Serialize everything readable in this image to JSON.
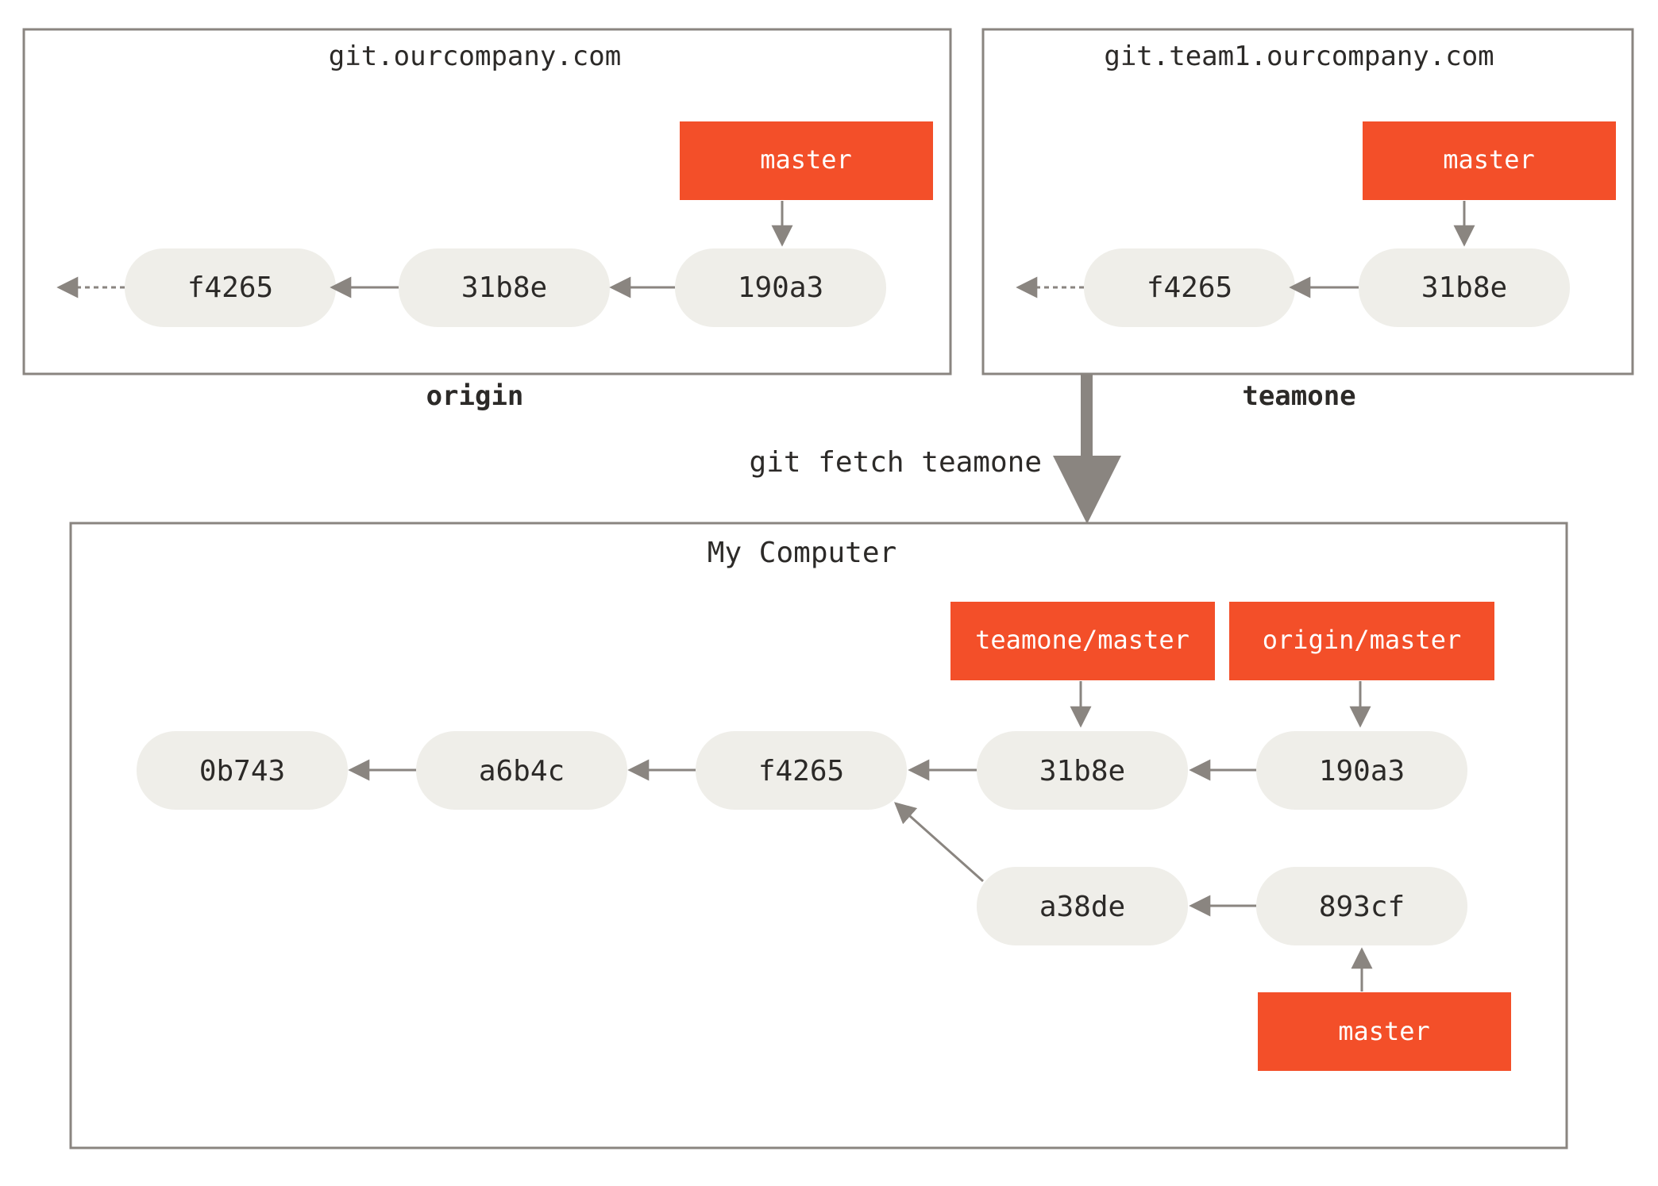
{
  "colors": {
    "box_border": "#8a8580",
    "commit_fill": "#efeee9",
    "commit_text": "#2c2a28",
    "branch_fill": "#f34f29",
    "branch_text": "#ffffff",
    "arrow": "#8a8580",
    "label_text": "#2c2a28"
  },
  "origin": {
    "host": "git.ourcompany.com",
    "name": "origin",
    "branch": "master",
    "commits": [
      "f4265",
      "31b8e",
      "190a3"
    ]
  },
  "teamone": {
    "host": "git.team1.ourcompany.com",
    "name": "teamone",
    "branch": "master",
    "commits": [
      "f4265",
      "31b8e"
    ]
  },
  "fetch_command": "git fetch teamone",
  "local": {
    "title": "My Computer",
    "main_line": [
      "0b743",
      "a6b4c",
      "f4265",
      "31b8e",
      "190a3"
    ],
    "branch_line": [
      "a38de",
      "893cf"
    ],
    "refs": {
      "teamone_master": "teamone/master",
      "origin_master": "origin/master",
      "master": "master"
    }
  }
}
